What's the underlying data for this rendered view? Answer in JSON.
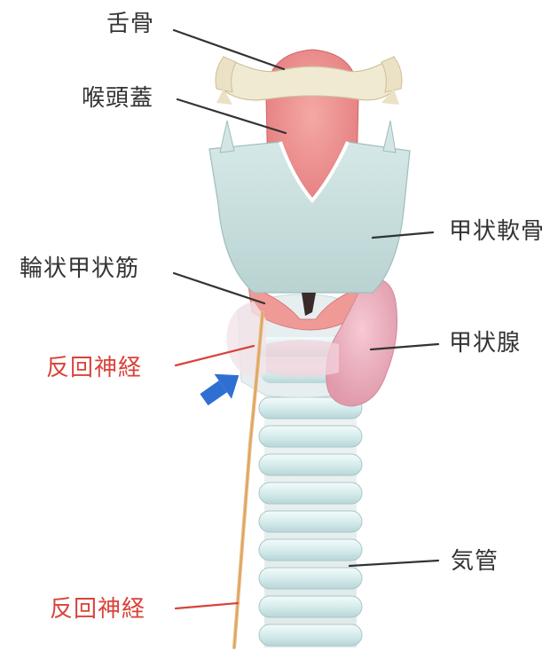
{
  "labels": {
    "hyoid": "舌骨",
    "epiglottis": "喉頭蓋",
    "thyroid_cartilage": "甲状軟骨",
    "cricothyroid": "輪状甲状筋",
    "nerve_upper": "反回神経",
    "thyroid_gland": "甲状腺",
    "trachea": "気管",
    "nerve_lower": "反回神経"
  },
  "colors": {
    "label_text": "#333333",
    "nerve_label": "#d9433a",
    "nerve_line": "#d9433a",
    "arrow": "#2f6fd1",
    "nerve": "#e9b67a",
    "bone": "#f1ead3",
    "epiglottis": "#ea8a8c",
    "cartilage": "#c7dedd",
    "thyroid_gland": "#e8a6b8",
    "trachea_ring": "#d6ecec"
  },
  "icons": {
    "pointer": "blue-arrow-icon"
  }
}
